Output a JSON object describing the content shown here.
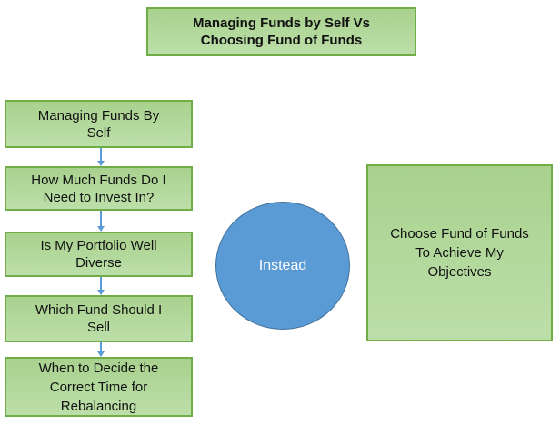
{
  "title": {
    "text": "Managing Funds by Self Vs\nChoosing Fund of Funds"
  },
  "flow": {
    "steps": [
      {
        "label": "Managing Funds By\nSelf"
      },
      {
        "label": "How Much Funds Do I\nNeed to Invest In?"
      },
      {
        "label": "Is My Portfolio Well\nDiverse"
      },
      {
        "label": "Which Fund Should I\nSell"
      },
      {
        "label": "When to Decide the\nCorrect Time for\nRebalancing"
      }
    ]
  },
  "instead": {
    "label": "Instead"
  },
  "result": {
    "label": "Choose Fund of Funds\nTo Achieve My\nObjectives"
  },
  "colors": {
    "box_fill_top": "#a9d18e",
    "box_fill_bottom": "#bcdfa9",
    "box_border": "#70ad47",
    "circle_fill": "#5b9bd5",
    "circle_border": "#41719c",
    "arrow": "#5b9bd5",
    "text": "#111111",
    "circle_text": "#ffffff"
  }
}
